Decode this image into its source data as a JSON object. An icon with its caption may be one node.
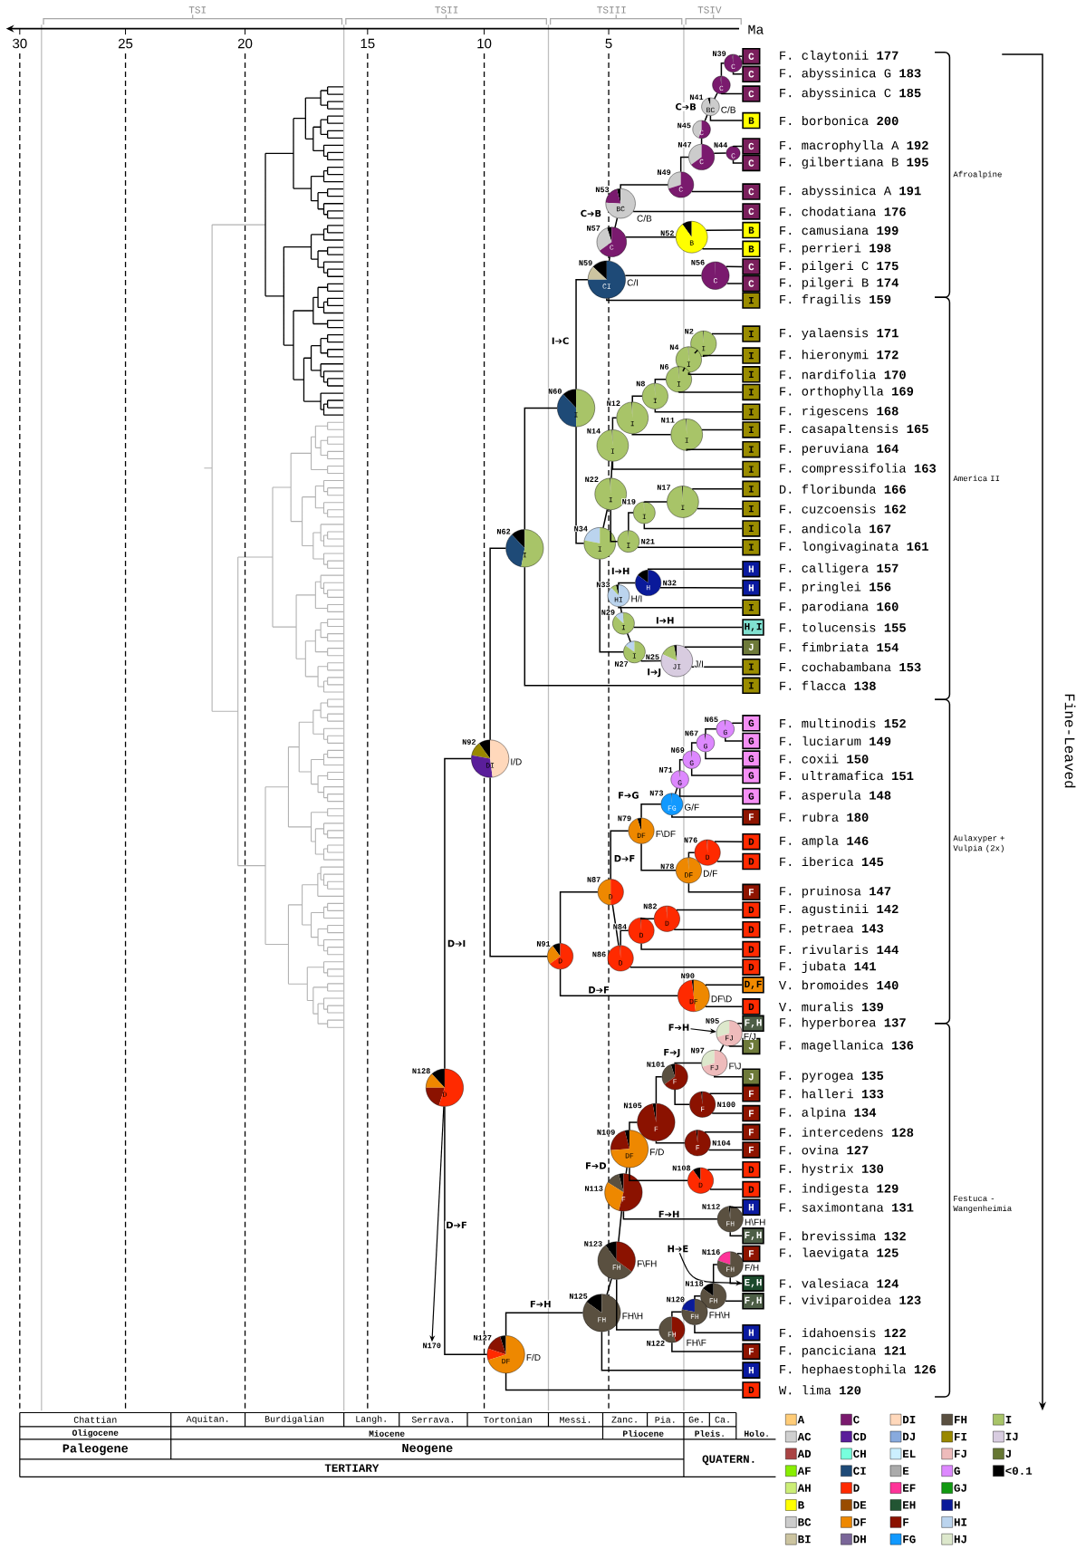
{
  "diagram": {
    "nodes": [
      {
        "text": [
          "C"
        ],
        "beside": [
          "F. claytonii **177**"
        ]
      },
      {
        "text": [
          "C"
        ],
        "beside": [
          "F. abyssinica G **183**"
        ]
      },
      {
        "text": [
          "C"
        ],
        "beside": [
          "F. abyssinica C **185**"
        ]
      },
      {
        "text": [
          "B"
        ],
        "beside": [
          "F. borbonica **200**"
        ]
      },
      {
        "text": [
          "C"
        ],
        "beside": [
          "F. macrophylla A **192**"
        ]
      },
      {
        "text": [
          "C"
        ],
        "beside": [
          "F. gilbertiana B **195**"
        ]
      },
      {
        "text": [
          "C"
        ],
        "beside": [
          "F. abyssinica A **191**"
        ]
      },
      {
        "text": [
          "C"
        ],
        "beside": [
          "F. chodatiana **176**"
        ]
      },
      {
        "text": [
          "B"
        ],
        "beside": [
          "F. camusiana **199**"
        ]
      },
      {
        "text": [
          "B"
        ],
        "beside": [
          "F. perrieri **198**"
        ]
      },
      {
        "text": [
          "C"
        ],
        "beside": [
          "F. pilgeri C **175**"
        ]
      },
      {
        "text": [
          "C"
        ],
        "beside": [
          "F. pilgeri B **174**"
        ]
      },
      {
        "text": [
          "I"
        ],
        "beside": [
          "F. fragilis **159**"
        ]
      },
      {
        "text": [
          "I"
        ],
        "beside": [
          "F. yalaensis **171**"
        ]
      },
      {
        "text": [
          "I"
        ],
        "beside": [
          "F. hieronymi **172**"
        ]
      },
      {
        "text": [
          "I"
        ],
        "beside": [
          "F. nardifolia **170**"
        ]
      },
      {
        "text": [
          "I"
        ],
        "beside": [
          "F. orthophylla **169**"
        ]
      },
      {
        "text": [
          "I"
        ],
        "beside": [
          "F. rigescens **168**"
        ]
      },
      {
        "text": [
          "I"
        ],
        "beside": [
          "F. casapaltensis **165**"
        ]
      },
      {
        "text": [
          "I"
        ],
        "beside": [
          "F. peruviana **164**"
        ]
      },
      {
        "text": [
          "I"
        ],
        "beside": [
          "F. compressifolia **163**"
        ]
      },
      {
        "text": [
          "I"
        ],
        "beside": [
          "D. floribunda **166**"
        ]
      },
      {
        "text": [
          "I"
        ],
        "beside": [
          "F. cuzcoensis **162**"
        ]
      },
      {
        "text": [
          "I"
        ],
        "beside": [
          "F. andicola **167**"
        ]
      },
      {
        "text": [
          "I"
        ],
        "beside": [
          "F. longivaginata **161**"
        ]
      },
      {
        "text": [
          "H"
        ],
        "beside": [
          "F. calligera **157**"
        ]
      },
      {
        "text": [
          "H"
        ],
        "beside": [
          "F. pringlei **156**"
        ]
      },
      {
        "text": [
          "I"
        ],
        "beside": [
          "F. parodiana **160**"
        ]
      },
      {
        "text": [
          "H,I"
        ],
        "beside": [
          "F. tolucensis **155**"
        ]
      },
      {
        "text": [
          "J"
        ],
        "beside": [
          "F. fimbriata **154**"
        ]
      },
      {
        "text": [
          "I"
        ],
        "beside": [
          "F. cochabambana **153**"
        ]
      },
      {
        "text": [
          "I"
        ],
        "beside": [
          "F. flacca **138**"
        ]
      },
      {
        "text": [
          "G"
        ],
        "beside": [
          "F. multinodis **152**"
        ]
      },
      {
        "text": [
          "G"
        ],
        "beside": [
          "F. luciarum **149**"
        ]
      },
      {
        "text": [
          "G"
        ],
        "beside": [
          "F. coxii **150**"
        ]
      },
      {
        "text": [
          "G"
        ],
        "beside": [
          "F. ultramafica **151**"
        ]
      },
      {
        "text": [
          "G"
        ],
        "beside": [
          "F. asperula **148**"
        ]
      },
      {
        "text": [
          "F"
        ],
        "beside": [
          "F. rubra **180**"
        ]
      },
      {
        "text": [
          "D"
        ],
        "beside": [
          "F. ampla **146**"
        ]
      },
      {
        "text": [
          "D"
        ],
        "beside": [
          "F. iberica **145**"
        ]
      },
      {
        "text": [
          "F"
        ],
        "beside": [
          "F. pruinosa **147**"
        ]
      },
      {
        "text": [
          "D"
        ],
        "beside": [
          "F. agustinii **142**"
        ]
      },
      {
        "text": [
          "D"
        ],
        "beside": [
          "F. petraea **143**"
        ]
      },
      {
        "text": [
          "D"
        ],
        "beside": [
          "F. rivularis **144**"
        ]
      },
      {
        "text": [
          "D"
        ],
        "beside": [
          "F. jubata **141**"
        ]
      },
      {
        "text": [
          "D,F"
        ],
        "beside": [
          "V. bromoides **140**"
        ]
      },
      {
        "text": [
          "D"
        ],
        "beside": [
          "V. muralis **139**"
        ]
      },
      {
        "text": [
          "F,H"
        ],
        "beside": [
          "F. hyperborea **137**"
        ]
      },
      {
        "text": [
          "J"
        ],
        "beside": [
          "F. magellanica **136**"
        ]
      },
      {
        "text": [
          "J"
        ],
        "beside": [
          "F. pyrogea **135**"
        ]
      },
      {
        "text": [
          "F"
        ],
        "beside": [
          "F. halleri **133**"
        ]
      },
      {
        "text": [
          "F"
        ],
        "beside": [
          "F. alpina **134**"
        ]
      },
      {
        "text": [
          "F"
        ],
        "beside": [
          "F. intercedens **128**"
        ]
      },
      {
        "text": [
          "F"
        ],
        "beside": [
          "F. ovina **127**"
        ]
      },
      {
        "text": [
          "D"
        ],
        "beside": [
          "F. hystrix **130**"
        ]
      },
      {
        "text": [
          "D"
        ],
        "beside": [
          "F. indigesta **129**"
        ]
      },
      {
        "text": [
          "H"
        ],
        "beside": [
          "F. saximontana **131**"
        ]
      },
      {
        "text": [
          "F,H"
        ],
        "beside": [
          "F. brevissima **132**"
        ]
      },
      {
        "text": [
          "F"
        ],
        "beside": [
          "F. laevigata **125**"
        ]
      },
      {
        "text": [
          "E,H"
        ],
        "beside": [
          "F. valesiaca **124**"
        ]
      },
      {
        "text": [
          "F,H"
        ],
        "beside": [
          "F. viviparoidea **123**"
        ]
      },
      {
        "text": [
          "H"
        ],
        "beside": [
          "F. idahoensis **122**"
        ]
      },
      {
        "text": [
          "F"
        ],
        "beside": [
          "F. panciciana **121**"
        ]
      },
      {
        "text": [
          "H"
        ],
        "beside": [
          "F. hephaestophila **126**"
        ]
      },
      {
        "text": [
          "D"
        ],
        "beside": [
          "W. lima **120**"
        ]
      },
      {
        "text": [
          "C"
        ],
        "beside": [
          "N39"
        ]
      },
      {
        "text": [
          "C"
        ]
      },
      {
        "text": [
          "BC"
        ],
        "beside": [
          "N41",
          "C/B"
        ]
      },
      {
        "text": [
          "C"
        ],
        "beside": [
          "N45"
        ]
      },
      {
        "text": [
          "C"
        ],
        "beside": [
          "N44"
        ]
      },
      {
        "text": [
          "C"
        ],
        "beside": [
          "N47"
        ]
      },
      {
        "text": [
          "C"
        ],
        "beside": [
          "N49"
        ]
      },
      {
        "text": [
          "BC"
        ],
        "beside": [
          "N53",
          "C/B"
        ]
      },
      {
        "text": [
          "C"
        ],
        "beside": [
          "N57"
        ]
      },
      {
        "text": [
          "B"
        ],
        "beside": [
          "N52"
        ]
      },
      {
        "text": [
          "C"
        ],
        "beside": [
          "N56"
        ]
      },
      {
        "text": [
          "CI"
        ],
        "beside": [
          "N59",
          "C/I"
        ]
      },
      {
        "text": [
          "I"
        ],
        "beside": [
          "N60"
        ]
      },
      {
        "text": [
          "I"
        ],
        "beside": [
          "N2"
        ]
      },
      {
        "text": [
          "I"
        ],
        "beside": [
          "N4"
        ]
      },
      {
        "text": [
          "I"
        ],
        "beside": [
          "N6"
        ]
      },
      {
        "text": [
          "I"
        ],
        "beside": [
          "N8"
        ]
      },
      {
        "text": [
          "I"
        ],
        "beside": [
          "N12"
        ]
      },
      {
        "text": [
          "I"
        ],
        "beside": [
          "N11"
        ]
      },
      {
        "text": [
          "I"
        ],
        "beside": [
          "N14"
        ]
      },
      {
        "text": [
          "I"
        ],
        "beside": [
          "N22"
        ]
      },
      {
        "text": [
          "I"
        ],
        "beside": [
          "N17"
        ]
      },
      {
        "text": [
          "I"
        ],
        "beside": [
          "N19"
        ]
      },
      {
        "text": [
          "I"
        ],
        "beside": [
          "N21"
        ]
      },
      {
        "text": [
          "I"
        ],
        "beside": [
          "N34"
        ]
      },
      {
        "text": [
          "H"
        ],
        "beside": [
          "N32"
        ]
      },
      {
        "text": [
          "HI"
        ],
        "beside": [
          "N33",
          "H/I"
        ]
      },
      {
        "text": [
          "I"
        ],
        "beside": [
          "N29"
        ]
      },
      {
        "text": [
          "I"
        ],
        "beside": [
          "N27"
        ]
      },
      {
        "text": [
          "JI"
        ],
        "beside": [
          "N25",
          "J/I"
        ]
      },
      {
        "text": [
          "I"
        ],
        "beside": [
          "N62"
        ]
      },
      {
        "text": [
          "DI"
        ],
        "beside": [
          "N92",
          "I/D"
        ]
      },
      {
        "text": [
          "G"
        ],
        "beside": [
          "N65"
        ]
      },
      {
        "text": [
          "G"
        ],
        "beside": [
          "N67"
        ]
      },
      {
        "text": [
          "G"
        ],
        "beside": [
          "N69"
        ]
      },
      {
        "text": [
          "G"
        ],
        "beside": [
          "N71"
        ]
      },
      {
        "text": [
          "FG"
        ],
        "beside": [
          "N73",
          "G/F"
        ]
      },
      {
        "text": [
          "DF"
        ],
        "beside": [
          "N79",
          "F\\DF"
        ]
      },
      {
        "text": [
          "D"
        ],
        "beside": [
          "N76"
        ]
      },
      {
        "text": [
          "DF"
        ],
        "beside": [
          "N78",
          "D/F"
        ]
      },
      {
        "text": [
          "D"
        ],
        "beside": [
          "N87"
        ]
      },
      {
        "text": [
          "D"
        ],
        "beside": [
          "N82"
        ]
      },
      {
        "text": [
          "D"
        ],
        "beside": [
          "N84"
        ]
      },
      {
        "text": [
          "D"
        ],
        "beside": [
          "N86"
        ]
      },
      {
        "text": [
          "D"
        ],
        "beside": [
          "N91"
        ]
      },
      {
        "text": [
          "DF"
        ],
        "beside": [
          "N90",
          "DF\\D"
        ]
      },
      {
        "text": [
          "D"
        ],
        "beside": [
          "N128"
        ]
      },
      {
        "text": [
          "FJ"
        ],
        "beside": [
          "N95",
          "F/J"
        ]
      },
      {
        "text": [
          "FJ"
        ],
        "beside": [
          "N97",
          "F\\J"
        ]
      },
      {
        "text": [
          "F"
        ],
        "beside": [
          "N101"
        ]
      },
      {
        "text": [
          "F"
        ],
        "beside": [
          "N100"
        ]
      },
      {
        "text": [
          "F"
        ],
        "beside": [
          "N105"
        ]
      },
      {
        "text": [
          "F"
        ],
        "beside": [
          "N104"
        ]
      },
      {
        "text": [
          "DF"
        ],
        "beside": [
          "N109",
          "F/D"
        ]
      },
      {
        "text": [
          "D"
        ],
        "beside": [
          "N108"
        ]
      },
      {
        "text": [
          "F"
        ],
        "beside": [
          "N113"
        ]
      },
      {
        "text": [
          "FH"
        ],
        "beside": [
          "N112",
          "H\\FH"
        ]
      },
      {
        "text": [
          "FH"
        ],
        "beside": [
          "N123",
          "F\\FH"
        ]
      },
      {
        "text": [
          "FH"
        ],
        "beside": [
          "N116",
          "F/H"
        ]
      },
      {
        "text": [
          "FH"
        ],
        "beside": [
          "N118"
        ]
      },
      {
        "text": [
          "FH"
        ],
        "beside": [
          "N125",
          "FH\\H"
        ]
      },
      {
        "text": [
          "FH"
        ],
        "beside": [
          "N120",
          "FH\\H"
        ]
      },
      {
        "text": [
          "FH"
        ],
        "beside": [
          "N122",
          "FH\\F"
        ]
      },
      {
        "text": [
          "DF"
        ],
        "beside": [
          "N127",
          "F/D"
        ]
      },
      {
        "text": [
          "N170"
        ]
      },
      {
        "text": [
          "F➔H"
        ]
      },
      {
        "text": [
          "H➔E"
        ]
      }
    ],
    "edges": [
      {
        "from": 65,
        "to": 0,
        "arrow": "none"
      },
      {
        "from": 65,
        "to": 1,
        "arrow": "none"
      },
      {
        "from": 66,
        "to": 65,
        "arrow": "none"
      },
      {
        "from": 66,
        "to": 2,
        "arrow": "none"
      },
      {
        "from": 67,
        "to": 66,
        "arrow": "none"
      },
      {
        "from": 67,
        "to": 3,
        "arrow": "none"
      },
      {
        "from": 68,
        "to": 67,
        "arrow": "none",
        "label": "C➔B"
      },
      {
        "from": 70,
        "to": 68,
        "arrow": "none"
      },
      {
        "from": 70,
        "to": 69,
        "arrow": "none"
      },
      {
        "from": 69,
        "to": 4,
        "arrow": "none"
      },
      {
        "from": 69,
        "to": 5,
        "arrow": "none"
      },
      {
        "from": 71,
        "to": 70,
        "arrow": "none"
      },
      {
        "from": 71,
        "to": 6,
        "arrow": "none"
      },
      {
        "from": 72,
        "to": 71,
        "arrow": "none"
      },
      {
        "from": 72,
        "to": 7,
        "arrow": "none"
      },
      {
        "from": 73,
        "to": 72,
        "arrow": "none",
        "label": "C➔B"
      },
      {
        "from": 73,
        "to": 74,
        "arrow": "none"
      },
      {
        "from": 74,
        "to": 8,
        "arrow": "none"
      },
      {
        "from": 74,
        "to": 9,
        "arrow": "none"
      },
      {
        "from": 76,
        "to": 73,
        "arrow": "none"
      },
      {
        "from": 76,
        "to": 75,
        "arrow": "none"
      },
      {
        "from": 76,
        "to": 12,
        "arrow": "none"
      },
      {
        "from": 75,
        "to": 10,
        "arrow": "none"
      },
      {
        "from": 75,
        "to": 11,
        "arrow": "none"
      },
      {
        "from": 77,
        "to": 76,
        "arrow": "none",
        "label": "I➔C"
      },
      {
        "from": 77,
        "to": 89,
        "arrow": "none"
      },
      {
        "from": 78,
        "to": 13,
        "arrow": "none"
      },
      {
        "from": 78,
        "to": 14,
        "arrow": "none"
      },
      {
        "from": 79,
        "to": 78,
        "arrow": "none"
      },
      {
        "from": 79,
        "to": 15,
        "arrow": "none"
      },
      {
        "from": 80,
        "to": 79,
        "arrow": "none"
      },
      {
        "from": 80,
        "to": 16,
        "arrow": "none"
      },
      {
        "from": 81,
        "to": 80,
        "arrow": "none"
      },
      {
        "from": 81,
        "to": 17,
        "arrow": "none"
      },
      {
        "from": 82,
        "to": 81,
        "arrow": "none"
      },
      {
        "from": 82,
        "to": 83,
        "arrow": "none"
      },
      {
        "from": 83,
        "to": 18,
        "arrow": "none"
      },
      {
        "from": 83,
        "to": 19,
        "arrow": "none"
      },
      {
        "from": 84,
        "to": 82,
        "arrow": "none"
      },
      {
        "from": 84,
        "to": 20,
        "arrow": "none"
      },
      {
        "from": 85,
        "to": 84,
        "arrow": "none"
      },
      {
        "from": 85,
        "to": 88,
        "arrow": "none"
      },
      {
        "from": 88,
        "to": 87,
        "arrow": "none"
      },
      {
        "from": 88,
        "to": 24,
        "arrow": "none"
      },
      {
        "from": 87,
        "to": 86,
        "arrow": "none"
      },
      {
        "from": 87,
        "to": 23,
        "arrow": "none"
      },
      {
        "from": 86,
        "to": 21,
        "arrow": "none"
      },
      {
        "from": 86,
        "to": 22,
        "arrow": "none"
      },
      {
        "from": 89,
        "to": 85,
        "arrow": "none"
      },
      {
        "from": 89,
        "to": 93,
        "arrow": "none"
      },
      {
        "from": 93,
        "to": 92,
        "arrow": "none"
      },
      {
        "from": 93,
        "to": 94,
        "arrow": "none",
        "label": "I➔J"
      },
      {
        "from": 92,
        "to": 91,
        "arrow": "none"
      },
      {
        "from": 92,
        "to": 28,
        "arrow": "none",
        "label": "I➔H"
      },
      {
        "from": 91,
        "to": 90,
        "arrow": "none",
        "label": "I➔H"
      },
      {
        "from": 91,
        "to": 27,
        "arrow": "none"
      },
      {
        "from": 90,
        "to": 25,
        "arrow": "none"
      },
      {
        "from": 90,
        "to": 26,
        "arrow": "none"
      },
      {
        "from": 94,
        "to": 29,
        "arrow": "none"
      },
      {
        "from": 94,
        "to": 30,
        "arrow": "none"
      },
      {
        "from": 95,
        "to": 77,
        "arrow": "none"
      },
      {
        "from": 95,
        "to": 31,
        "arrow": "none"
      },
      {
        "from": 96,
        "to": 95,
        "arrow": "none"
      },
      {
        "from": 96,
        "to": 109,
        "arrow": "none"
      },
      {
        "from": 97,
        "to": 32,
        "arrow": "none"
      },
      {
        "from": 97,
        "to": 33,
        "arrow": "none"
      },
      {
        "from": 98,
        "to": 97,
        "arrow": "none"
      },
      {
        "from": 98,
        "to": 34,
        "arrow": "none"
      },
      {
        "from": 99,
        "to": 98,
        "arrow": "none"
      },
      {
        "from": 99,
        "to": 35,
        "arrow": "none"
      },
      {
        "from": 100,
        "to": 99,
        "arrow": "none"
      },
      {
        "from": 100,
        "to": 36,
        "arrow": "none"
      },
      {
        "from": 101,
        "to": 100,
        "arrow": "none"
      },
      {
        "from": 101,
        "to": 37,
        "arrow": "none"
      },
      {
        "from": 102,
        "to": 101,
        "arrow": "none",
        "label": "F➔G"
      },
      {
        "from": 102,
        "to": 104,
        "arrow": "none",
        "label": "D➔F"
      },
      {
        "from": 104,
        "to": 103,
        "arrow": "none"
      },
      {
        "from": 104,
        "to": 40,
        "arrow": "none"
      },
      {
        "from": 103,
        "to": 38,
        "arrow": "none"
      },
      {
        "from": 103,
        "to": 39,
        "arrow": "none"
      },
      {
        "from": 105,
        "to": 102,
        "arrow": "none"
      },
      {
        "from": 105,
        "to": 108,
        "arrow": "none"
      },
      {
        "from": 108,
        "to": 107,
        "arrow": "none"
      },
      {
        "from": 108,
        "to": 44,
        "arrow": "none"
      },
      {
        "from": 107,
        "to": 106,
        "arrow": "none"
      },
      {
        "from": 107,
        "to": 43,
        "arrow": "none"
      },
      {
        "from": 106,
        "to": 41,
        "arrow": "none"
      },
      {
        "from": 106,
        "to": 42,
        "arrow": "none"
      },
      {
        "from": 109,
        "to": 105,
        "arrow": "none"
      },
      {
        "from": 109,
        "to": 110,
        "arrow": "none",
        "label": "D➔F"
      },
      {
        "from": 110,
        "to": 45,
        "arrow": "none"
      },
      {
        "from": 110,
        "to": 46,
        "arrow": "none"
      },
      {
        "from": 111,
        "to": 96,
        "arrow": "none",
        "label": "D➔I"
      },
      {
        "from": 111,
        "to": 128,
        "arrow": "none",
        "label": "D➔F"
      },
      {
        "from": 111,
        "to": 129,
        "arrow": "to"
      },
      {
        "from": 128,
        "to": 125,
        "arrow": "none",
        "label": "F➔H"
      },
      {
        "from": 128,
        "to": 64,
        "arrow": "none"
      },
      {
        "from": 125,
        "to": 122,
        "arrow": "none"
      },
      {
        "from": 125,
        "to": 63,
        "arrow": "none"
      },
      {
        "from": 122,
        "to": 120,
        "arrow": "none"
      },
      {
        "from": 122,
        "to": 127,
        "arrow": "none"
      },
      {
        "from": 120,
        "to": 118,
        "arrow": "none",
        "label": "F➔D"
      },
      {
        "from": 120,
        "to": 121,
        "arrow": "none",
        "label": "F➔H"
      },
      {
        "from": 121,
        "to": 56,
        "arrow": "none"
      },
      {
        "from": 121,
        "to": 57,
        "arrow": "none"
      },
      {
        "from": 118,
        "to": 116,
        "arrow": "none"
      },
      {
        "from": 118,
        "to": 119,
        "arrow": "none"
      },
      {
        "from": 119,
        "to": 54,
        "arrow": "none"
      },
      {
        "from": 119,
        "to": 55,
        "arrow": "none"
      },
      {
        "from": 116,
        "to": 114,
        "arrow": "none"
      },
      {
        "from": 116,
        "to": 117,
        "arrow": "none"
      },
      {
        "from": 117,
        "to": 52,
        "arrow": "none"
      },
      {
        "from": 117,
        "to": 53,
        "arrow": "none"
      },
      {
        "from": 114,
        "to": 113,
        "arrow": "none",
        "label": "F➔J"
      },
      {
        "from": 114,
        "to": 115,
        "arrow": "none"
      },
      {
        "from": 115,
        "to": 50,
        "arrow": "none"
      },
      {
        "from": 115,
        "to": 51,
        "arrow": "none"
      },
      {
        "from": 113,
        "to": 112,
        "arrow": "none"
      },
      {
        "from": 113,
        "to": 49,
        "arrow": "none"
      },
      {
        "from": 112,
        "to": 47,
        "arrow": "none"
      },
      {
        "from": 112,
        "to": 48,
        "arrow": "none"
      },
      {
        "from": 127,
        "to": 126,
        "arrow": "none"
      },
      {
        "from": 127,
        "to": 62,
        "arrow": "none"
      },
      {
        "from": 126,
        "to": 124,
        "arrow": "none"
      },
      {
        "from": 126,
        "to": 61,
        "arrow": "none"
      },
      {
        "from": 124,
        "to": 123,
        "arrow": "none"
      },
      {
        "from": 124,
        "to": 60,
        "arrow": "none"
      },
      {
        "from": 123,
        "to": 58,
        "arrow": "none"
      },
      {
        "from": 123,
        "to": 59,
        "arrow": "none"
      },
      {
        "from": 130,
        "to": 112,
        "arrow": "to"
      },
      {
        "from": 131,
        "to": 59,
        "arrow": "to"
      }
    ],
    "labels": [
      "TSI",
      "TSII",
      "TSIII",
      "TSIV",
      "30",
      "25",
      "20",
      "15",
      "10",
      "5",
      "Ma",
      "Afroalpine",
      "America II",
      "Aulaxyper + Vulpia (2x)",
      "Festuca - Wangenheimia",
      "Fine-Leaved",
      "Chattian",
      "Aquitan.",
      "Burdigalian",
      "Langh.",
      "Serrava.",
      "Tortonian",
      "Messi.",
      "Zanc.",
      "Pia.",
      "Ge.",
      "Ca.",
      "Oligocene",
      "Miocene",
      "Pliocene",
      "Pleis.",
      "Holo.",
      "Paleogene",
      "Neogene",
      "QUATERN.",
      "TERTIARY"
    ],
    "legend": [
      {
        "text": "A",
        "color": "#ffcc77"
      },
      {
        "text": "AC",
        "color": "#d0d0d0"
      },
      {
        "text": "AD",
        "color": "#aa4444"
      },
      {
        "text": "AF",
        "color": "#88ee00"
      },
      {
        "text": "AH",
        "color": "#ccee77"
      },
      {
        "text": "B",
        "color": "#ffff00"
      },
      {
        "text": "BC",
        "color": "#cccccc"
      },
      {
        "text": "BI",
        "color": "#ccc4a0"
      },
      {
        "text": "C",
        "color": "#7a1a6e"
      },
      {
        "text": "CD",
        "color": "#5a1e9a"
      },
      {
        "text": "CH",
        "color": "#77ffdd"
      },
      {
        "text": "CI",
        "color": "#1e4a77"
      },
      {
        "text": "D",
        "color": "#ff2a00"
      },
      {
        "text": "DE",
        "color": "#994c00"
      },
      {
        "text": "DF",
        "color": "#ee8800"
      },
      {
        "text": "DH",
        "color": "#7a6699"
      },
      {
        "text": "DI",
        "color": "#ffd8bb"
      },
      {
        "text": "DJ",
        "color": "#88aadd"
      },
      {
        "text": "EL",
        "color": "#ccf0ff"
      },
      {
        "text": "E",
        "color": "#aaaaaa"
      },
      {
        "text": "EF",
        "color": "#ff3399"
      },
      {
        "text": "EH",
        "color": "#225533"
      },
      {
        "text": "F",
        "color": "#8b1200"
      },
      {
        "text": "FG",
        "color": "#1199ff"
      },
      {
        "text": "FH",
        "color": "#5a5040"
      },
      {
        "text": "FI",
        "color": "#998800"
      },
      {
        "text": "FJ",
        "color": "#eebbbb"
      },
      {
        "text": "G",
        "color": "#dd88ff"
      },
      {
        "text": "GJ",
        "color": "#119911"
      },
      {
        "text": "H",
        "color": "#0a1a9a"
      },
      {
        "text": "HI",
        "color": "#bbd4ee"
      },
      {
        "text": "HJ",
        "color": "#dde8cc"
      },
      {
        "text": "I",
        "color": "#a8c468"
      },
      {
        "text": "IJ",
        "color": "#d8cce0"
      },
      {
        "text": "J",
        "color": "#667733"
      },
      {
        "text": "<0.1",
        "color": "#000000"
      }
    ]
  }
}
